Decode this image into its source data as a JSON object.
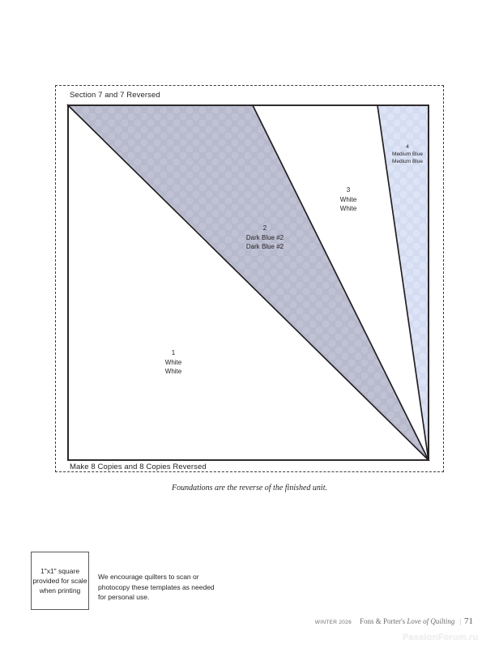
{
  "page": {
    "section_title": "Section 7 and 7 Reversed",
    "make_copies": "Make 8 Copies and 8 Copies Reversed",
    "caption": "Foundations are the reverse of the finished unit.",
    "scale_square_text": "1\"x1\" square provided for scale when printing",
    "scan_note": "We encourage quilters to scan or photocopy these templates as needed for personal use.",
    "watermark": "PassionForum.ru"
  },
  "footer": {
    "issue": "WINTER 2026",
    "brand_prefix": "Fons & Porter's ",
    "brand_italic": "Love of Quilting",
    "separator": "|",
    "page_number": "71"
  },
  "pieces": [
    {
      "number": "1",
      "fabric_line_1": "White",
      "fabric_line_2": "White",
      "fill": "#ffffff",
      "label": "1\nWhite\nWhite"
    },
    {
      "number": "2",
      "fabric_line_1": "Dark Blue #2",
      "fabric_line_2": "Dark Blue #2",
      "fill": "#b7b9cd",
      "label": "2\nDark Blue #2\nDark Blue #2"
    },
    {
      "number": "3",
      "fabric_line_1": "White",
      "fabric_line_2": "White",
      "fill": "#ffffff",
      "label": "3\nWhite\nWhite"
    },
    {
      "number": "4",
      "fabric_line_1": "Medium Blue",
      "fabric_line_2": "Medium Blue",
      "fill": "#d4dcf1",
      "label": "4\nMedium Blue\nMedium Blue"
    }
  ],
  "colors": {
    "outline": "#231f20",
    "dashed_border": "#3b3b3b",
    "dark_blue_fill": "#b7b9cd",
    "medium_blue_fill": "#d4dcf1",
    "white_fill": "#ffffff",
    "watermark": "#f0f0f0"
  }
}
